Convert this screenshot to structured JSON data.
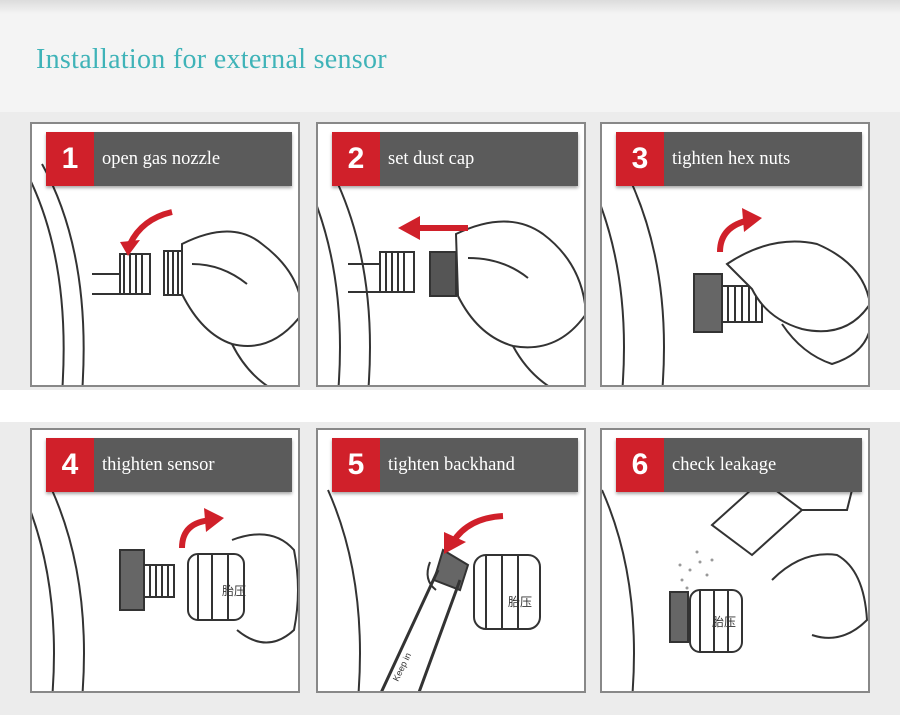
{
  "title": "Installation for external sensor",
  "steps": [
    {
      "num": "1",
      "text": "open gas nozzle"
    },
    {
      "num": "2",
      "text": "set dust cap"
    },
    {
      "num": "3",
      "text": "tighten hex nuts"
    },
    {
      "num": "4",
      "text": "thighten sensor"
    },
    {
      "num": "5",
      "text": "tighten backhand"
    },
    {
      "num": "6",
      "text": "check leakage"
    }
  ],
  "sensor_marking": "胎压",
  "wrench_marking": "Keep in",
  "colors": {
    "accent": "#3fb3b8",
    "step_number_bg": "#d0202a",
    "label_bg": "#5b5b5b",
    "arrow": "#d0202a"
  }
}
